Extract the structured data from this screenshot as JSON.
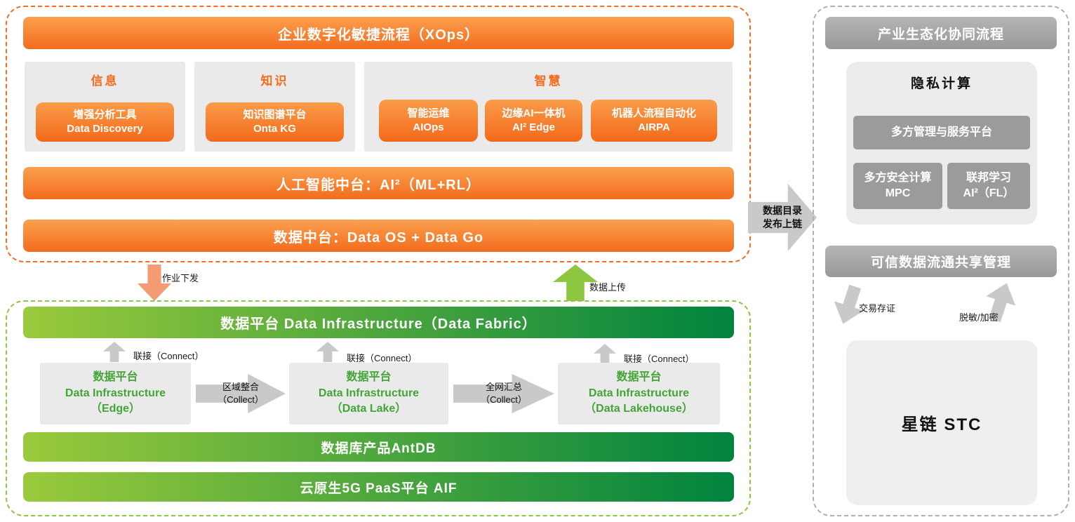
{
  "palette": {
    "orange": "#f26c1d",
    "orange_light": "#fba04e",
    "green": "#8dc63f",
    "green_dark": "#00833e",
    "gray_banner": "#a3a3a3",
    "gray_button": "#9b9b9b",
    "box_gray": "#eaeaea",
    "arrow_gray": "#c9c9c9"
  },
  "xops": {
    "banner": "企业数字化敏捷流程（XOps）",
    "ai_banner": "人工智能中台：AI²（ML+RL）",
    "data_banner": "数据中台：Data OS + Data Go",
    "groups": [
      {
        "title": "信息",
        "items": [
          [
            "增强分析工具",
            "Data Discovery"
          ]
        ]
      },
      {
        "title": "知识",
        "items": [
          [
            "知识图谱平台",
            "Onta KG"
          ]
        ]
      },
      {
        "title": "智慧",
        "items": [
          [
            "智能运维",
            "AIOps"
          ],
          [
            "边缘AI一体机",
            "AI² Edge"
          ],
          [
            "机器人流程自动化",
            "AIRPA"
          ]
        ]
      }
    ]
  },
  "flows": {
    "job_down": "作业下发",
    "data_up": "数据上传",
    "catalog": [
      "数据目录",
      "发布上链"
    ]
  },
  "infra": {
    "banner": "数据平台 Data Infrastructure（Data Fabric）",
    "connect_label": "联接（Connect）",
    "nodes": [
      {
        "l1": "数据平台",
        "l2": "Data Infrastructure",
        "l3": "（Edge）"
      },
      {
        "l1": "数据平台",
        "l2": "Data Infrastructure",
        "l3": "（Data Lake）"
      },
      {
        "l1": "数据平台",
        "l2": "Data Infrastructure",
        "l3": "（Data Lakehouse）"
      }
    ],
    "collects": [
      [
        "区域整合",
        "（Collect）"
      ],
      [
        "全网汇总",
        "（Collect）"
      ]
    ],
    "antdb": "数据库产品AntDB",
    "aif": "云原生5G PaaS平台 AIF"
  },
  "eco": {
    "banner": "产业生态化协同流程",
    "privacy": {
      "title": "隐私计算",
      "platform": "多方管理与服务平台",
      "mpc": [
        "多方安全计算",
        "MPC"
      ],
      "fl": [
        "联邦学习",
        "AI²（FL）"
      ]
    },
    "trusted": "可信数据流通共享管理",
    "deposit": "交易存证",
    "mask": "脱敏/加密",
    "stc": "星链 STC"
  }
}
